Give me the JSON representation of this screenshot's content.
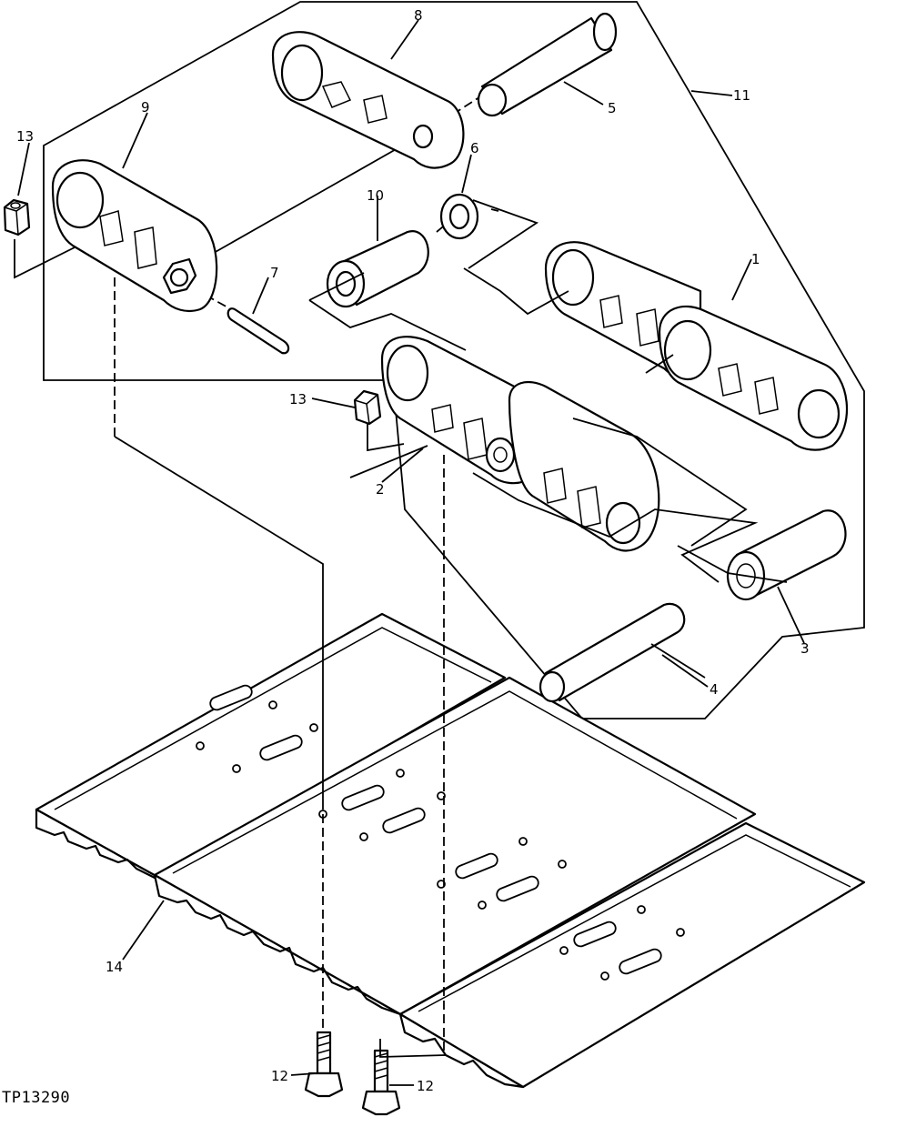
{
  "figure_id": "TP13290",
  "callouts": {
    "c1": "1",
    "c2": "2",
    "c3": "3",
    "c4": "4",
    "c5": "5",
    "c6": "6",
    "c7": "7",
    "c8": "8",
    "c9": "9",
    "c10": "10",
    "c11": "11",
    "c12a": "12",
    "c12b": "12",
    "c13a": "13",
    "c13b": "13",
    "c14": "14"
  }
}
